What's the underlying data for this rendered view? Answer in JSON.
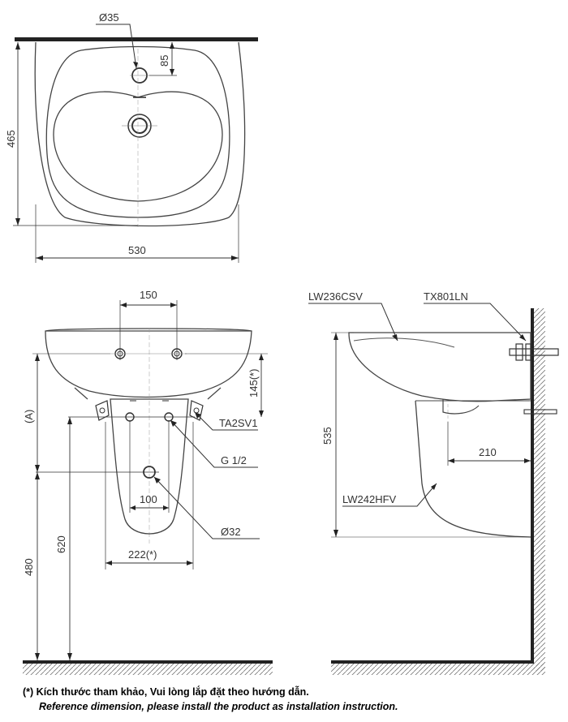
{
  "top_view": {
    "hole_diameter": "Ø35",
    "hole_offset": "85",
    "depth": "465",
    "width": "530"
  },
  "front_view": {
    "hole_spacing": "150",
    "height_above_drain": "145(*)",
    "mount_height_label": "(A)",
    "bracket_label": "TA2SV1",
    "thread_label": "G 1/2",
    "inner_spacing": "100",
    "drain_diameter": "Ø32",
    "pedestal_width": "222(*)",
    "drain_height": "620",
    "floor_height": "480"
  },
  "side_view": {
    "basin_model": "LW236CSV",
    "fitting_model": "TX801LN",
    "pedestal_model": "LW242HFV",
    "height": "535",
    "offset": "210"
  },
  "footnote": {
    "line1": "(*) Kích thước tham khảo, Vui lòng lắp đặt theo hướng dẫn.",
    "line2": "Reference dimension, please install the product as installation instruction."
  }
}
